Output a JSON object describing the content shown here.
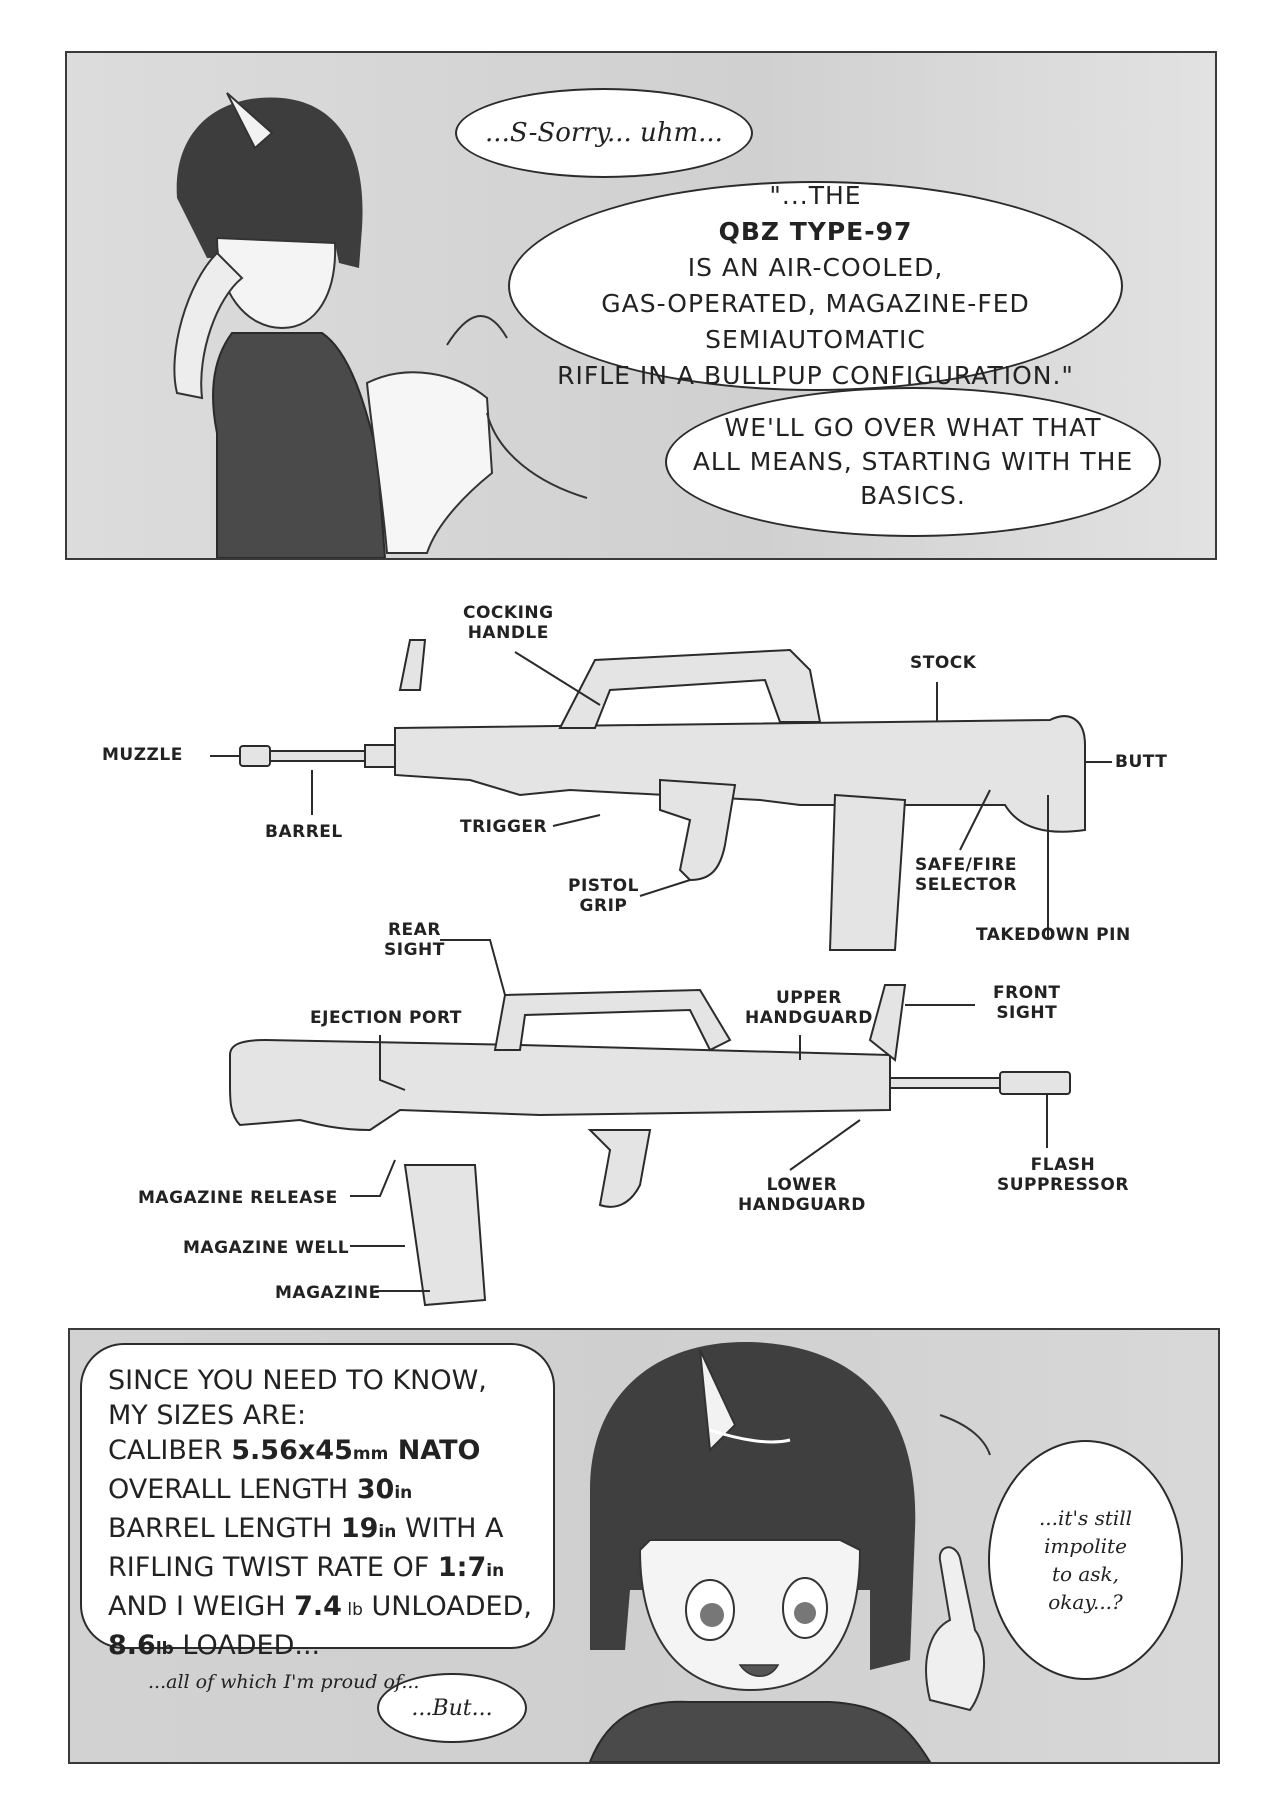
{
  "top_panel": {
    "bubble1": "...S-Sorry... uhm...",
    "bubble2": {
      "line1_pre": "\"...THE ",
      "line1_bold": "QBZ TYPE-97",
      "line1_post": " IS AN AIR-COOLED,",
      "line2": "GAS-OPERATED, MAGAZINE-FED SEMIAUTOMATIC",
      "line3": "RIFLE IN A BULLPUP CONFIGURATION.\""
    },
    "bubble3": {
      "line1": "WE'LL GO OVER WHAT THAT",
      "line2": "ALL MEANS, STARTING WITH THE",
      "line3": "BASICS."
    }
  },
  "diagram_right_side": {
    "cocking_handle": [
      "COCKING",
      "HANDLE"
    ],
    "stock": "STOCK",
    "muzzle": "MUZZLE",
    "butt": "BUTT",
    "barrel": "BARREL",
    "trigger": "TRIGGER",
    "pistol_grip": [
      "PISTOL",
      "GRIP"
    ],
    "safe_fire_selector": [
      "SAFE/FIRE",
      "SELECTOR"
    ],
    "takedown_pin": "TAKEDOWN PIN"
  },
  "diagram_left_side": {
    "rear_sight": [
      "REAR",
      "SIGHT"
    ],
    "ejection_port": "EJECTION PORT",
    "upper_handguard": [
      "UPPER",
      "HANDGUARD"
    ],
    "front_sight": [
      "FRONT",
      "SIGHT"
    ],
    "magazine_release": "MAGAZINE RELEASE",
    "magazine_well": "MAGAZINE WELL",
    "magazine": "MAGAZINE",
    "lower_handguard": [
      "LOWER",
      "HANDGUARD"
    ],
    "flash_suppressor": [
      "FLASH",
      "SUPPRESSOR"
    ]
  },
  "bottom_panel": {
    "spec": {
      "l1": "SINCE YOU NEED TO KNOW,",
      "l2": "MY SIZES ARE:",
      "caliber_label": "CALIBER ",
      "caliber_value": "5.56x45",
      "caliber_unit": "mm",
      "caliber_suffix": " NATO",
      "overall_label": "OVERALL LENGTH ",
      "overall_value": "30",
      "overall_unit": "in",
      "barrel_label": "BARREL LENGTH ",
      "barrel_value": "19",
      "barrel_unit": "in",
      "barrel_suffix": " WITH A",
      "twist_label": "RIFLING TWIST RATE OF ",
      "twist_value": "1:7",
      "twist_unit": "in",
      "weigh_label": "AND I WEIGH ",
      "weigh_value": "7.4",
      "weigh_unit": " lb",
      "weigh_suffix": " UNLOADED,",
      "loaded_value": "8.6",
      "loaded_unit": "lb",
      "loaded_suffix": " LOADED...",
      "proud": "...all of which I'm proud of..."
    },
    "but": "...But...",
    "impolite": [
      "...it's still",
      "impolite",
      "to ask,",
      "okay...?"
    ]
  }
}
